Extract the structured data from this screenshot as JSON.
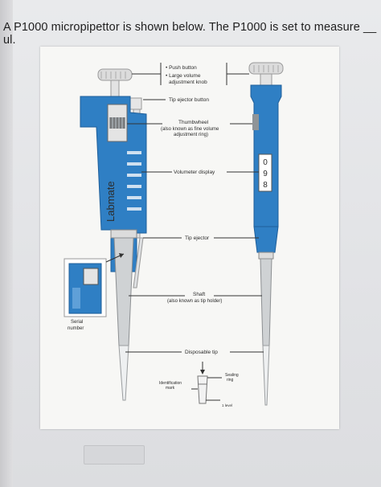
{
  "question": {
    "text": "A P1000 micropipettor is shown below.  The P1000 is set to measure __ ul."
  },
  "diagram": {
    "labels": {
      "push_button": "• Push button",
      "large_volume_1": "• Large volume",
      "large_volume_2": "adjustment knob",
      "tip_ejector_button": "Tip ejector button",
      "thumbwheel_1": "Thumbwheel",
      "thumbwheel_2": "(also known as fine volume",
      "thumbwheel_3": "adjustment ring)",
      "volumeter_display": "Volumeter display",
      "tip_ejector": "Tip ejector",
      "shaft_1": "Shaft",
      "shaft_2": "(also known as tip holder)",
      "disposable_tip": "Disposable tip",
      "serial_1": "Serial",
      "serial_2": "number",
      "identification_1": "Identification",
      "identification_2": "mark",
      "sealing_1": "Sealing",
      "sealing_2": "ring",
      "level": "1 level"
    },
    "brand_text": "Labmate",
    "display_digits": [
      "0",
      "9",
      "8"
    ],
    "colors": {
      "pipette_blue": "#2f7fc4",
      "pipette_dark": "#1f5f9a",
      "cap_gray": "#d9d9d9",
      "shaft_gray": "#cfd2d4"
    }
  }
}
